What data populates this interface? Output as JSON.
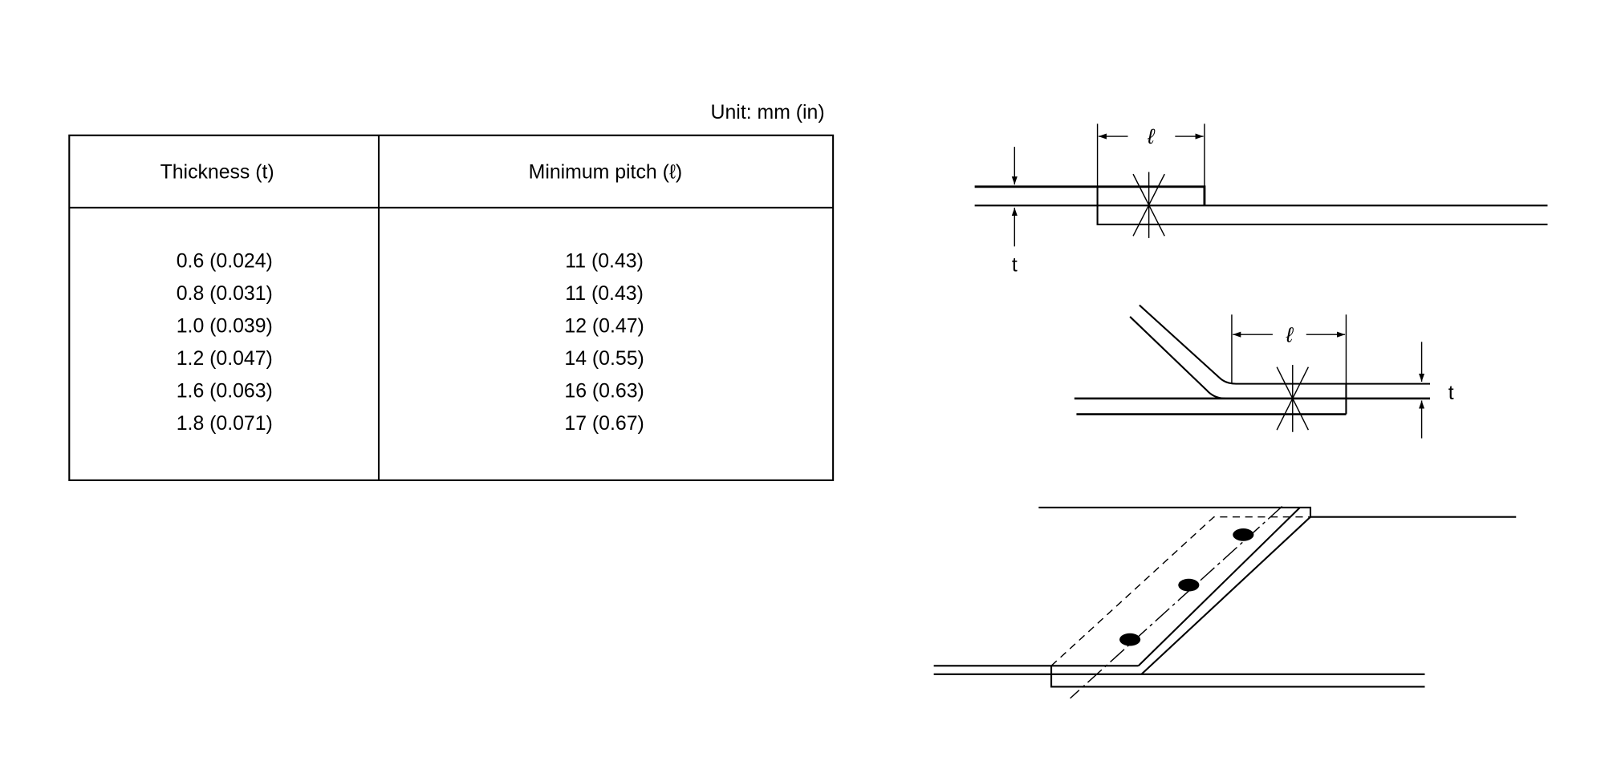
{
  "unit_label": "Unit: mm (in)",
  "table": {
    "headers": [
      "Thickness (t)",
      "Minimum pitch (ℓ)"
    ],
    "rows": [
      [
        "0.6 (0.024)",
        "11 (0.43)"
      ],
      [
        "0.8 (0.031)",
        "11 (0.43)"
      ],
      [
        "1.0 (0.039)",
        "12 (0.47)"
      ],
      [
        "1.2 (0.047)",
        "14 (0.55)"
      ],
      [
        "1.6 (0.063)",
        "16 (0.63)"
      ],
      [
        "1.8 (0.071)",
        "17 (0.67)"
      ]
    ]
  },
  "diagram": {
    "pitch_symbol": "ℓ",
    "thickness_symbol": "t"
  }
}
